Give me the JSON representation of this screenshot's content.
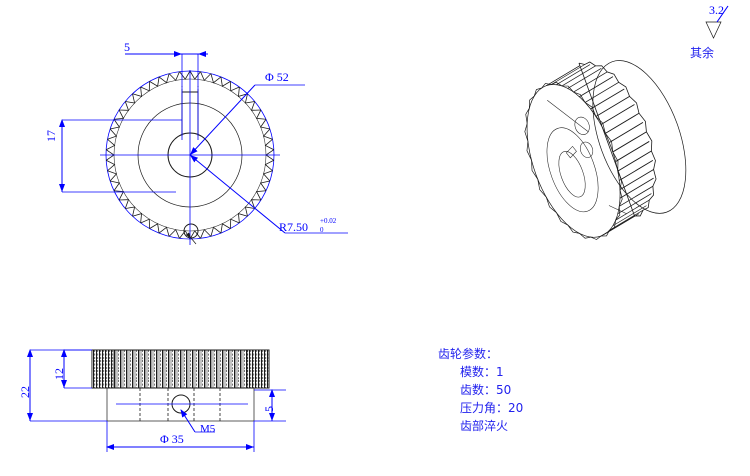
{
  "drawing": {
    "title": "Spur Gear Engineering Drawing",
    "surface_note": {
      "label": "其余",
      "roughness": "3.2",
      "symbol_name": "surface-roughness-triangle"
    },
    "front_view": {
      "name": "front-view",
      "dimensions": {
        "keyway_width": "5",
        "keyway_depth_dim": "17",
        "outer_diameter": "Φ 52",
        "bore_radius": "R7.50",
        "bore_tol_upper": "+0.02",
        "bore_tol_lower": "0"
      }
    },
    "side_view": {
      "name": "side-section-view",
      "dimensions": {
        "total_width": "22",
        "tooth_width": "12",
        "hub_offset": "5",
        "hub_diameter": "Φ 35",
        "thread_callout": "M5"
      }
    },
    "iso_view": {
      "name": "isometric-3d-view",
      "caption": ""
    },
    "parameter_table": {
      "heading": "齿轮参数：",
      "rows": [
        {
          "label": "模数：",
          "value": "1"
        },
        {
          "label": "齿数：",
          "value": "50"
        },
        {
          "label": "压力角：",
          "value": "20"
        }
      ],
      "note": "齿部淬火"
    },
    "colors": {
      "dimension": "#0000ff",
      "geometry": "#1a1a1a",
      "background": "#ffffff",
      "text_cjk": "#2222ee"
    }
  }
}
